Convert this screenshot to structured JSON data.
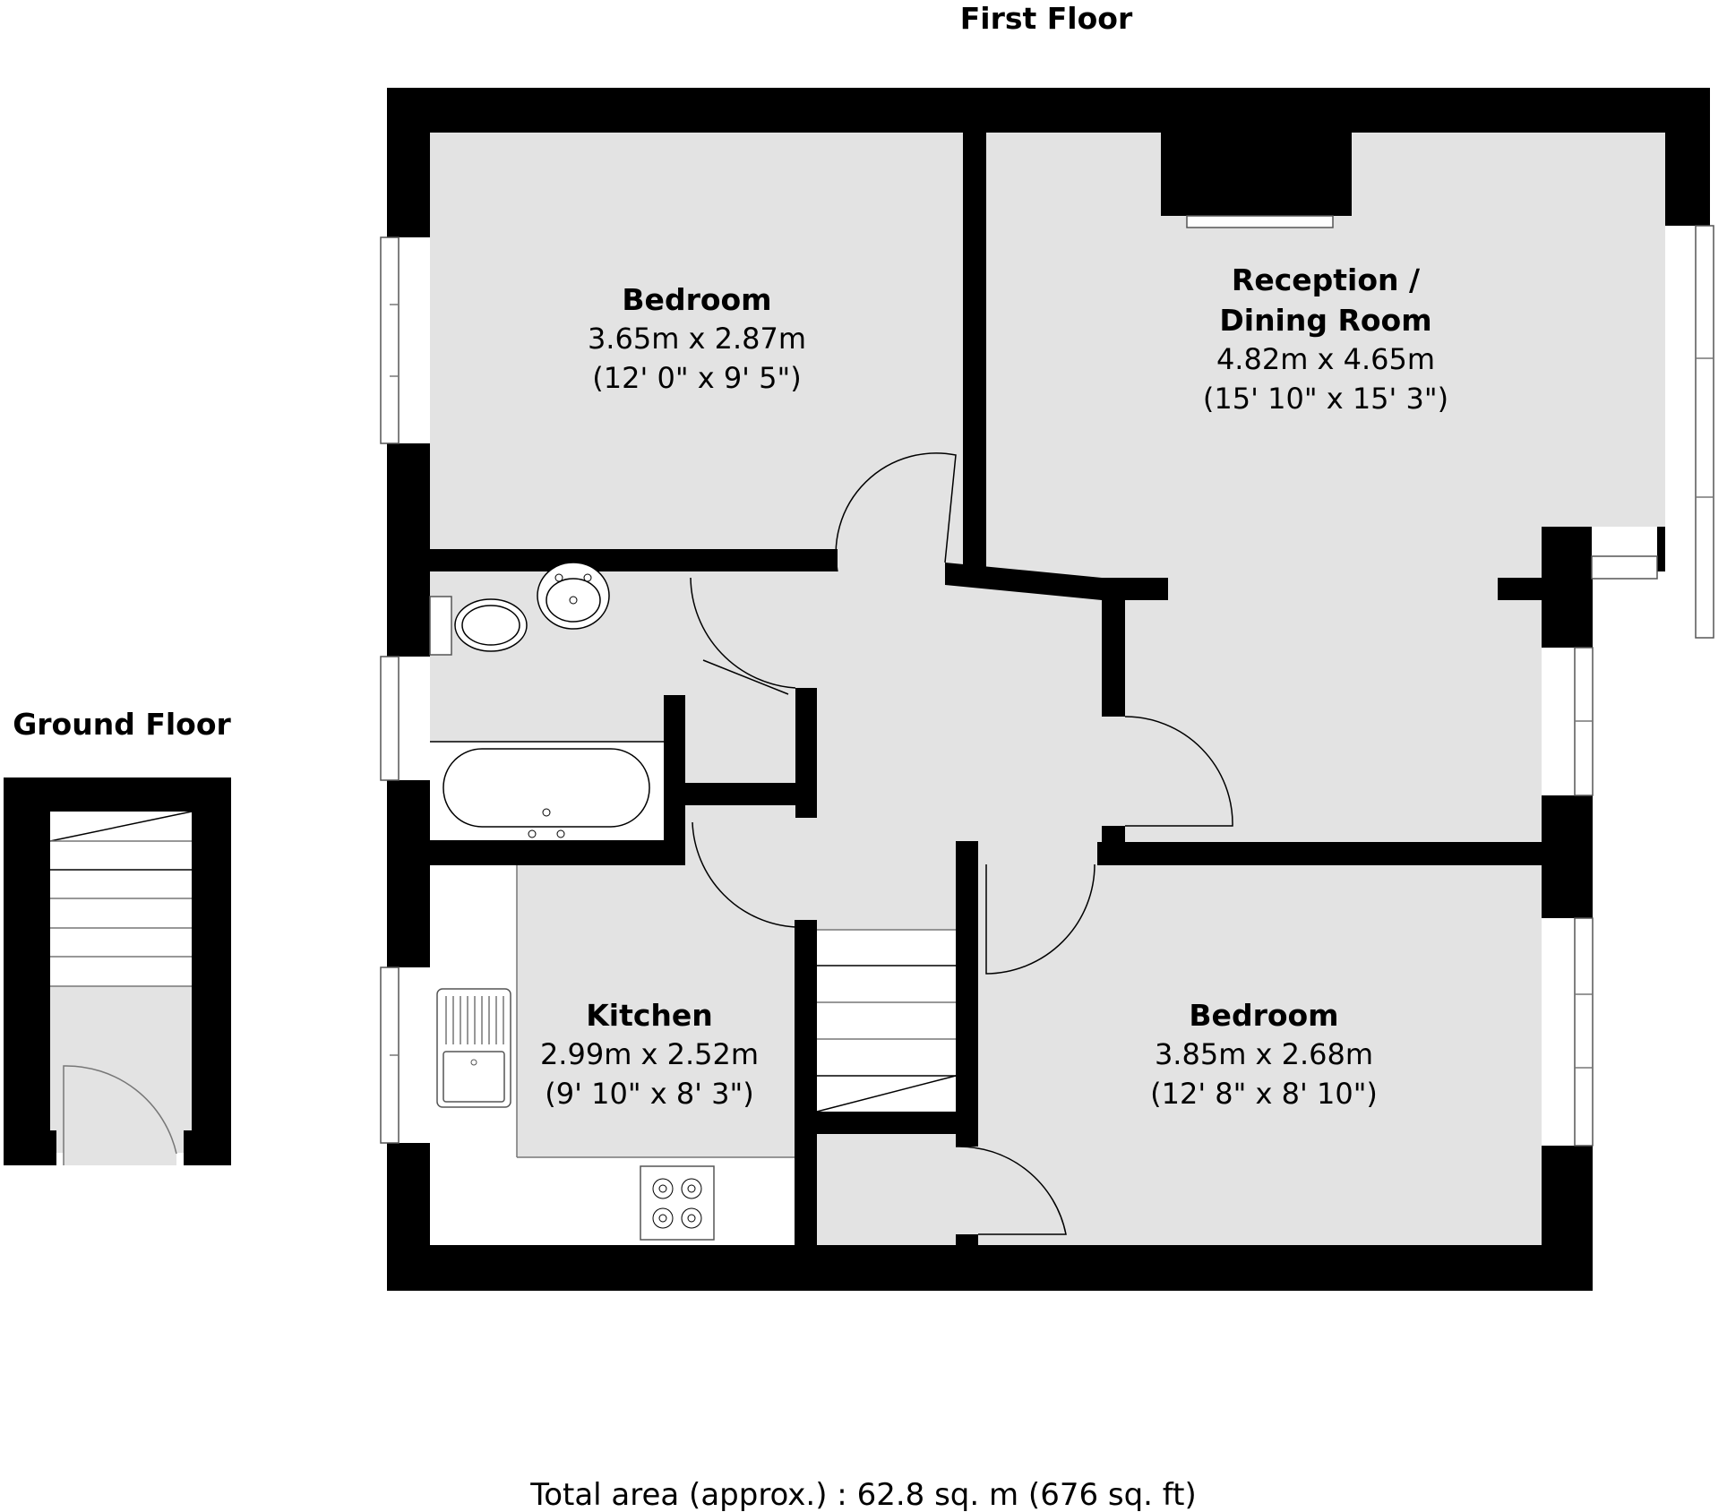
{
  "floors": {
    "first_floor_label": "First Floor",
    "ground_floor_label": "Ground Floor"
  },
  "rooms": [
    {
      "name": "Bedroom",
      "metric": "3.65m x 2.87m",
      "imperial": "(12' 0\" x 9' 5\")"
    },
    {
      "name_line1": "Reception /",
      "name_line2": "Dining Room",
      "metric": "4.82m x 4.65m",
      "imperial": "(15' 10\" x 15' 3\")"
    },
    {
      "name": "Kitchen",
      "metric": "2.99m x 2.52m",
      "imperial": "(9' 10\" x 8' 3\")"
    },
    {
      "name": "Bedroom",
      "metric": "3.85m x 2.68m",
      "imperial": "(12' 8\" x 8' 10\")"
    }
  ],
  "total_area": "Total area (approx.) : 62.8 sq. m (676 sq. ft)",
  "colors": {
    "wall": "#000000",
    "floor": "#e3e3e3",
    "fixture": "#ffffff"
  }
}
